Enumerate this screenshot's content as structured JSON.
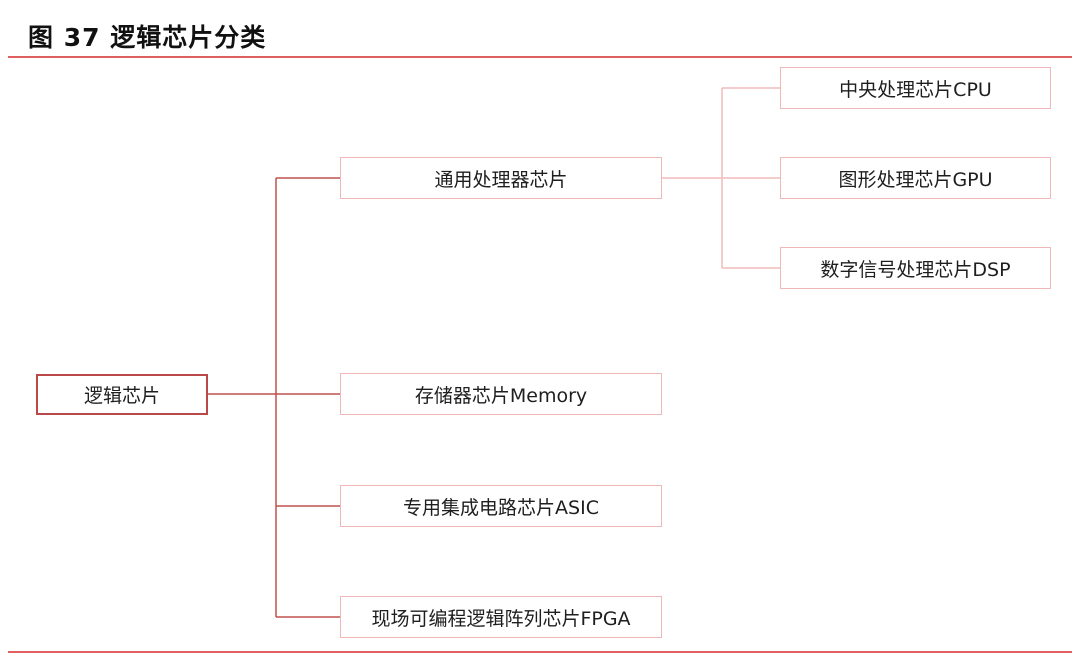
{
  "figure": {
    "title": "图 37  逻辑芯片分类"
  },
  "diagram": {
    "root": "逻辑芯片",
    "level1": [
      "通用处理器芯片",
      "存储器芯片Memory",
      "专用集成电路芯片ASIC",
      "现场可编程逻辑阵列芯片FPGA"
    ],
    "level2": [
      "中央处理芯片CPU",
      "图形处理芯片GPU",
      "数字信号处理芯片DSP"
    ]
  },
  "colors": {
    "accent_line": "#e06060",
    "root_border": "#b94848",
    "box_border": "#f0b8b8",
    "connector_dark": "#c0504d",
    "connector_light": "#f2bcbc"
  }
}
